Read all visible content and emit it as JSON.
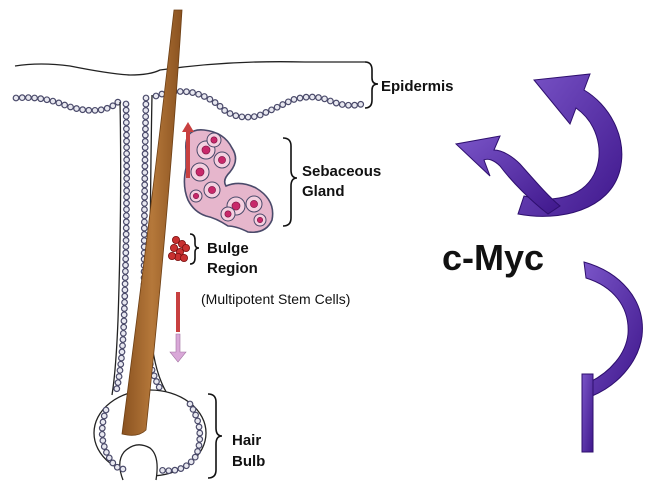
{
  "labels": {
    "epidermis": "Epidermis",
    "sebaceous_line1": "Sebaceous",
    "sebaceous_line2": "Gland",
    "bulge_line1": "Bulge",
    "bulge_line2": "Region",
    "stem_cells": "(Multipotent Stem Cells)",
    "hair_line1": "Hair",
    "hair_line2": "Bulb",
    "cmyc": "c-Myc"
  },
  "colors": {
    "hair_shaft": "#a86a2c",
    "cell_outline": "#4a4a6a",
    "cell_fill": "#e8e8f0",
    "gland_fill": "#e6b6cc",
    "gland_nucleus": "#c8286a",
    "stem_cell": "#c83030",
    "migration_arrow": "#c84040",
    "migration_arrow_light": "#d9a8d8",
    "myc_arrow": "#4b1f9e",
    "myc_arrow_highlight": "#7a55c8"
  }
}
